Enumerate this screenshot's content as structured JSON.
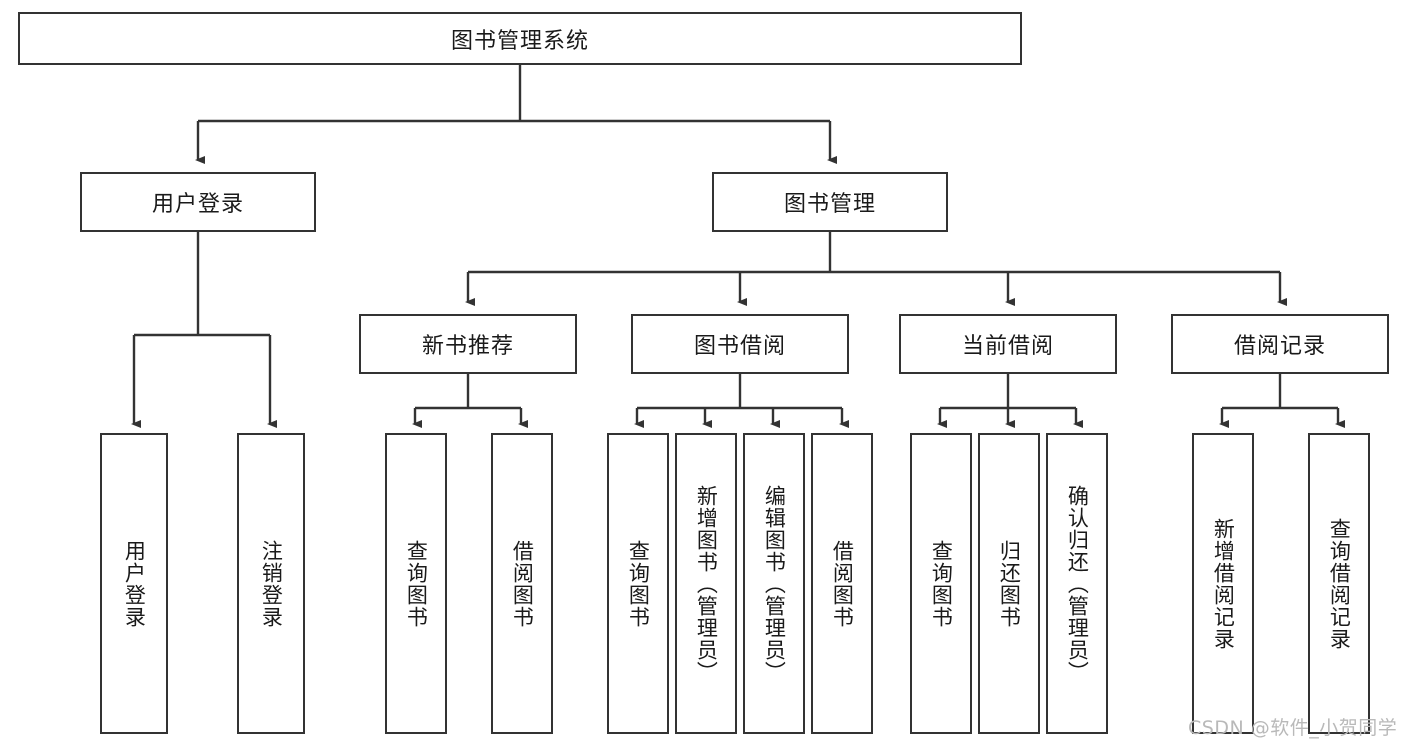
{
  "diagram": {
    "title": "图书管理系统",
    "type": "hierarchy-tree",
    "orientation": "top-down",
    "style": {
      "box_border_color": "#333333",
      "box_fill_color": "#ffffff",
      "connector_color": "#333333",
      "background_color": "#ffffff",
      "text_color": "#1a1a1a"
    },
    "root": {
      "label": "图书管理系统",
      "text_direction": "horizontal"
    },
    "level1": [
      {
        "id": "user-login",
        "label": "用户登录",
        "text_direction": "horizontal"
      },
      {
        "id": "book-management",
        "label": "图书管理",
        "text_direction": "horizontal"
      }
    ],
    "level2": [
      {
        "id": "new-book-recommend",
        "label": "新书推荐",
        "parent": "book-management",
        "text_direction": "horizontal"
      },
      {
        "id": "book-borrow",
        "label": "图书借阅",
        "parent": "book-management",
        "text_direction": "horizontal"
      },
      {
        "id": "current-borrow",
        "label": "当前借阅",
        "parent": "book-management",
        "text_direction": "horizontal"
      },
      {
        "id": "borrow-record",
        "label": "借阅记录",
        "parent": "book-management",
        "text_direction": "horizontal"
      }
    ],
    "leaves": [
      {
        "id": "leaf-user-login",
        "label": "用户登录",
        "parent": "user-login",
        "text_direction": "vertical"
      },
      {
        "id": "leaf-user-logout",
        "label": "注销登录",
        "parent": "user-login",
        "text_direction": "vertical"
      },
      {
        "id": "leaf-query-book-1",
        "label": "查询图书",
        "parent": "new-book-recommend",
        "text_direction": "vertical"
      },
      {
        "id": "leaf-borrow-book-1",
        "label": "借阅图书",
        "parent": "new-book-recommend",
        "text_direction": "vertical"
      },
      {
        "id": "leaf-query-book-2",
        "label": "查询图书",
        "parent": "book-borrow",
        "text_direction": "vertical"
      },
      {
        "id": "leaf-add-book",
        "label": "新增图书（管理员）",
        "parent": "book-borrow",
        "text_direction": "vertical"
      },
      {
        "id": "leaf-edit-book",
        "label": "编辑图书（管理员）",
        "parent": "book-borrow",
        "text_direction": "vertical"
      },
      {
        "id": "leaf-borrow-book-2",
        "label": "借阅图书",
        "parent": "book-borrow",
        "text_direction": "vertical"
      },
      {
        "id": "leaf-query-book-3",
        "label": "查询图书",
        "parent": "current-borrow",
        "text_direction": "vertical"
      },
      {
        "id": "leaf-return-book",
        "label": "归还图书",
        "parent": "current-borrow",
        "text_direction": "vertical"
      },
      {
        "id": "leaf-confirm-return",
        "label": "确认归还（管理员）",
        "parent": "current-borrow",
        "text_direction": "vertical"
      },
      {
        "id": "leaf-add-record",
        "label": "新增借阅记录",
        "parent": "borrow-record",
        "text_direction": "vertical"
      },
      {
        "id": "leaf-query-record",
        "label": "查询借阅记录",
        "parent": "borrow-record",
        "text_direction": "vertical"
      }
    ]
  },
  "watermark": {
    "text": "CSDN @软件_小贺同学"
  }
}
